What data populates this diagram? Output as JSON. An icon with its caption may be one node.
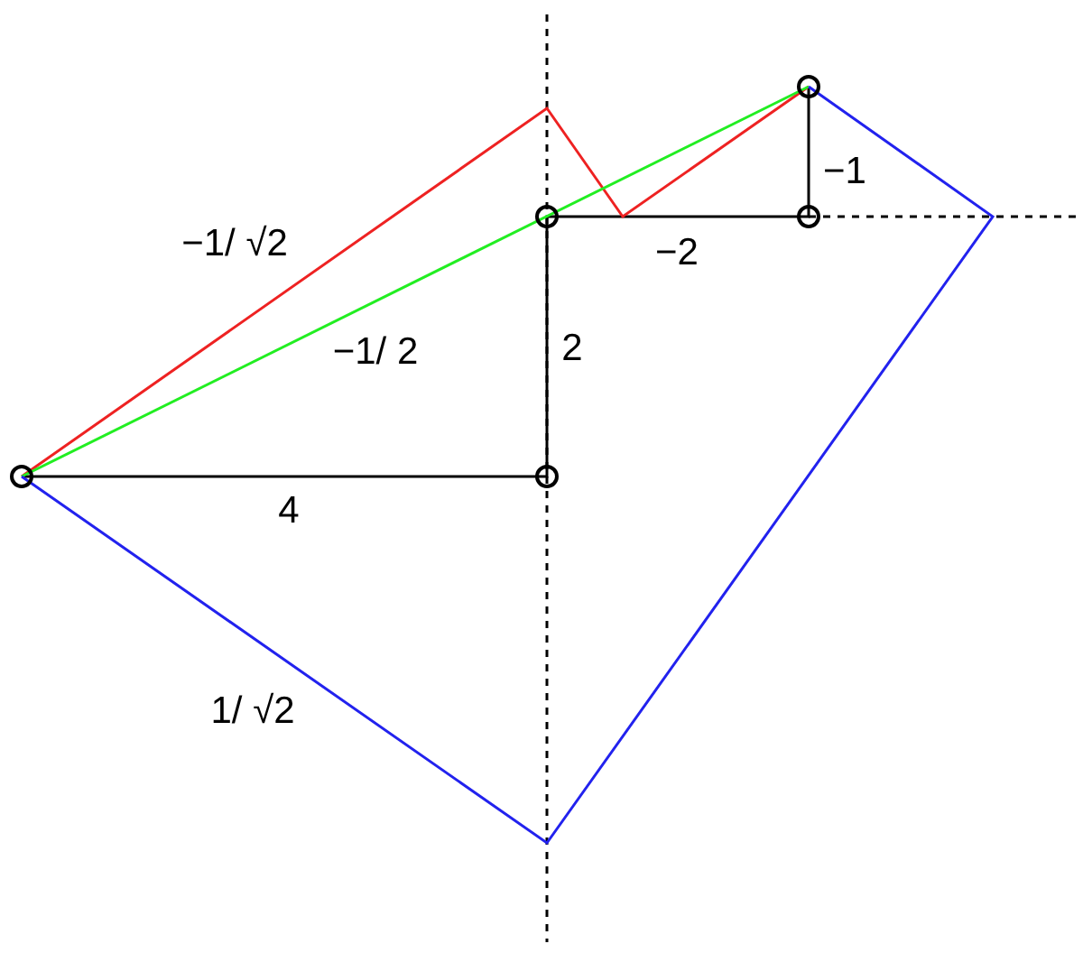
{
  "diagram": {
    "labels": [
      "−1",
      "−1/ √2",
      "−2",
      "2",
      "−1/ 2",
      "4",
      "1/ √2"
    ]
  }
}
